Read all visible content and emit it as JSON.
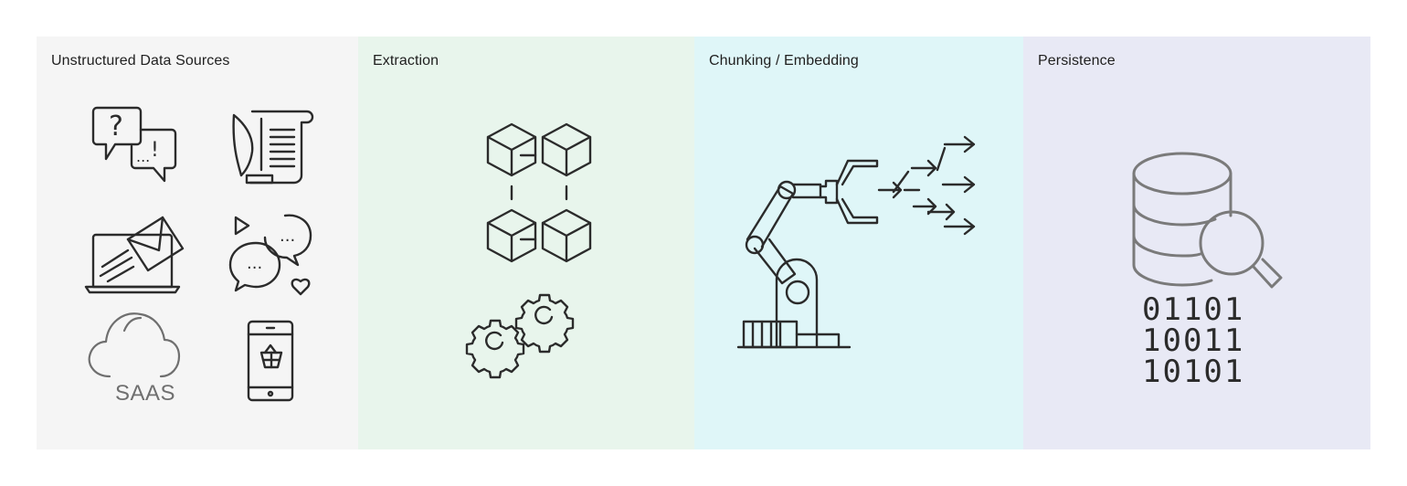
{
  "colors": {
    "sources_bg": "#f5f5f5",
    "extraction_bg": "#e8f5ec",
    "chunking_bg": "#dff6f8",
    "persistence_bg": "#e8e9f5",
    "icon_stroke": "#2b2b2b",
    "icon_grey": "#6f6f6f"
  },
  "stages": [
    {
      "title": "Unstructured Data Sources",
      "icons": [
        "chat-question-icon",
        "document-scroll-icon",
        "email-laptop-icon",
        "social-chat-icon",
        "saas-cloud-icon",
        "mobile-shopping-icon"
      ]
    },
    {
      "title": "Extraction",
      "icons": [
        "cubes-network-icon",
        "gears-icon"
      ]
    },
    {
      "title": "Chunking / Embedding",
      "icons": [
        "robotic-arm-icon",
        "arrows-icon"
      ]
    },
    {
      "title": "Persistence",
      "icons": [
        "database-search-icon",
        "binary-data-icon"
      ]
    }
  ],
  "saas_label": "SAAS",
  "chat_glyphs": {
    "question": "?",
    "exclaim": "!",
    "dots": "..."
  },
  "binary_rows": [
    "01101",
    "10011",
    "10101"
  ]
}
